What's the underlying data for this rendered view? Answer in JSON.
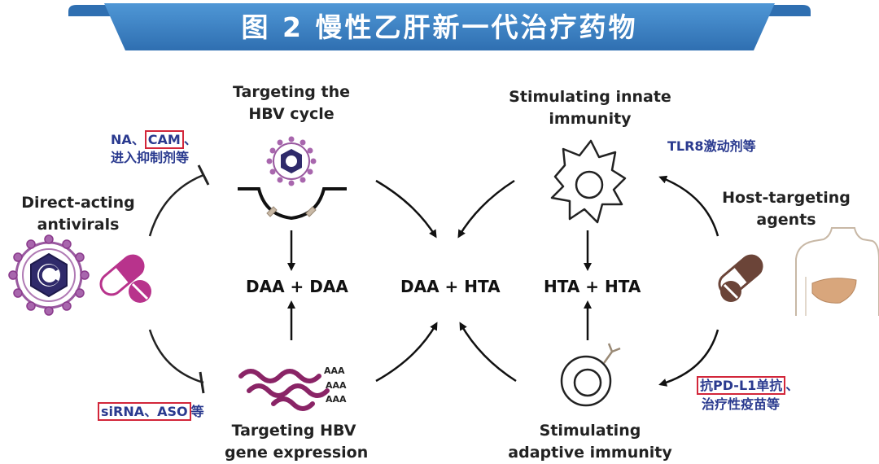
{
  "title": "图 2   慢性乙肝新一代治疗药物",
  "nodes": {
    "targeting_cycle": [
      "Targeting the",
      "HBV cycle"
    ],
    "targeting_expression": [
      "Targeting HBV",
      "gene expression"
    ],
    "innate": [
      "Stimulating innate",
      "immunity"
    ],
    "adaptive": [
      "Stimulating",
      "adaptive immunity"
    ],
    "daa": [
      "Direct-acting",
      "antivirals"
    ],
    "hta": [
      "Host-targeting",
      "agents"
    ]
  },
  "combinations": {
    "daa_daa": "DAA + DAA",
    "daa_hta": "DAA + HTA",
    "hta_hta": "HTA + HTA"
  },
  "annotations": {
    "na": "NA、",
    "cam": "CAM",
    "cam_tail": "、",
    "entry": "进入抑制剂等",
    "sirna_aso": "siRNA、ASO",
    "sirna_tail": "等",
    "tlr8": "TLR8激动剂等",
    "pdl1": "抗PD-L1单抗",
    "pdl1_tail": "、",
    "vaccine": "治疗性疫苗等"
  },
  "rna_tail": "AAA",
  "colors": {
    "banner": "#3a82c4",
    "highlight_box": "#d2263a",
    "annotation_text": "#2a3a8f",
    "virus_purple": "#8a3a8c",
    "pill_magenta": "#b8338c",
    "pill_brown": "#6b4438"
  },
  "icons": [
    "hbv-virus-icon",
    "capsule-pill-icon",
    "dendritic-cell-icon",
    "lymphocyte-icon",
    "human-torso-liver-icon",
    "mrna-strand-icon",
    "tablet-icon"
  ]
}
